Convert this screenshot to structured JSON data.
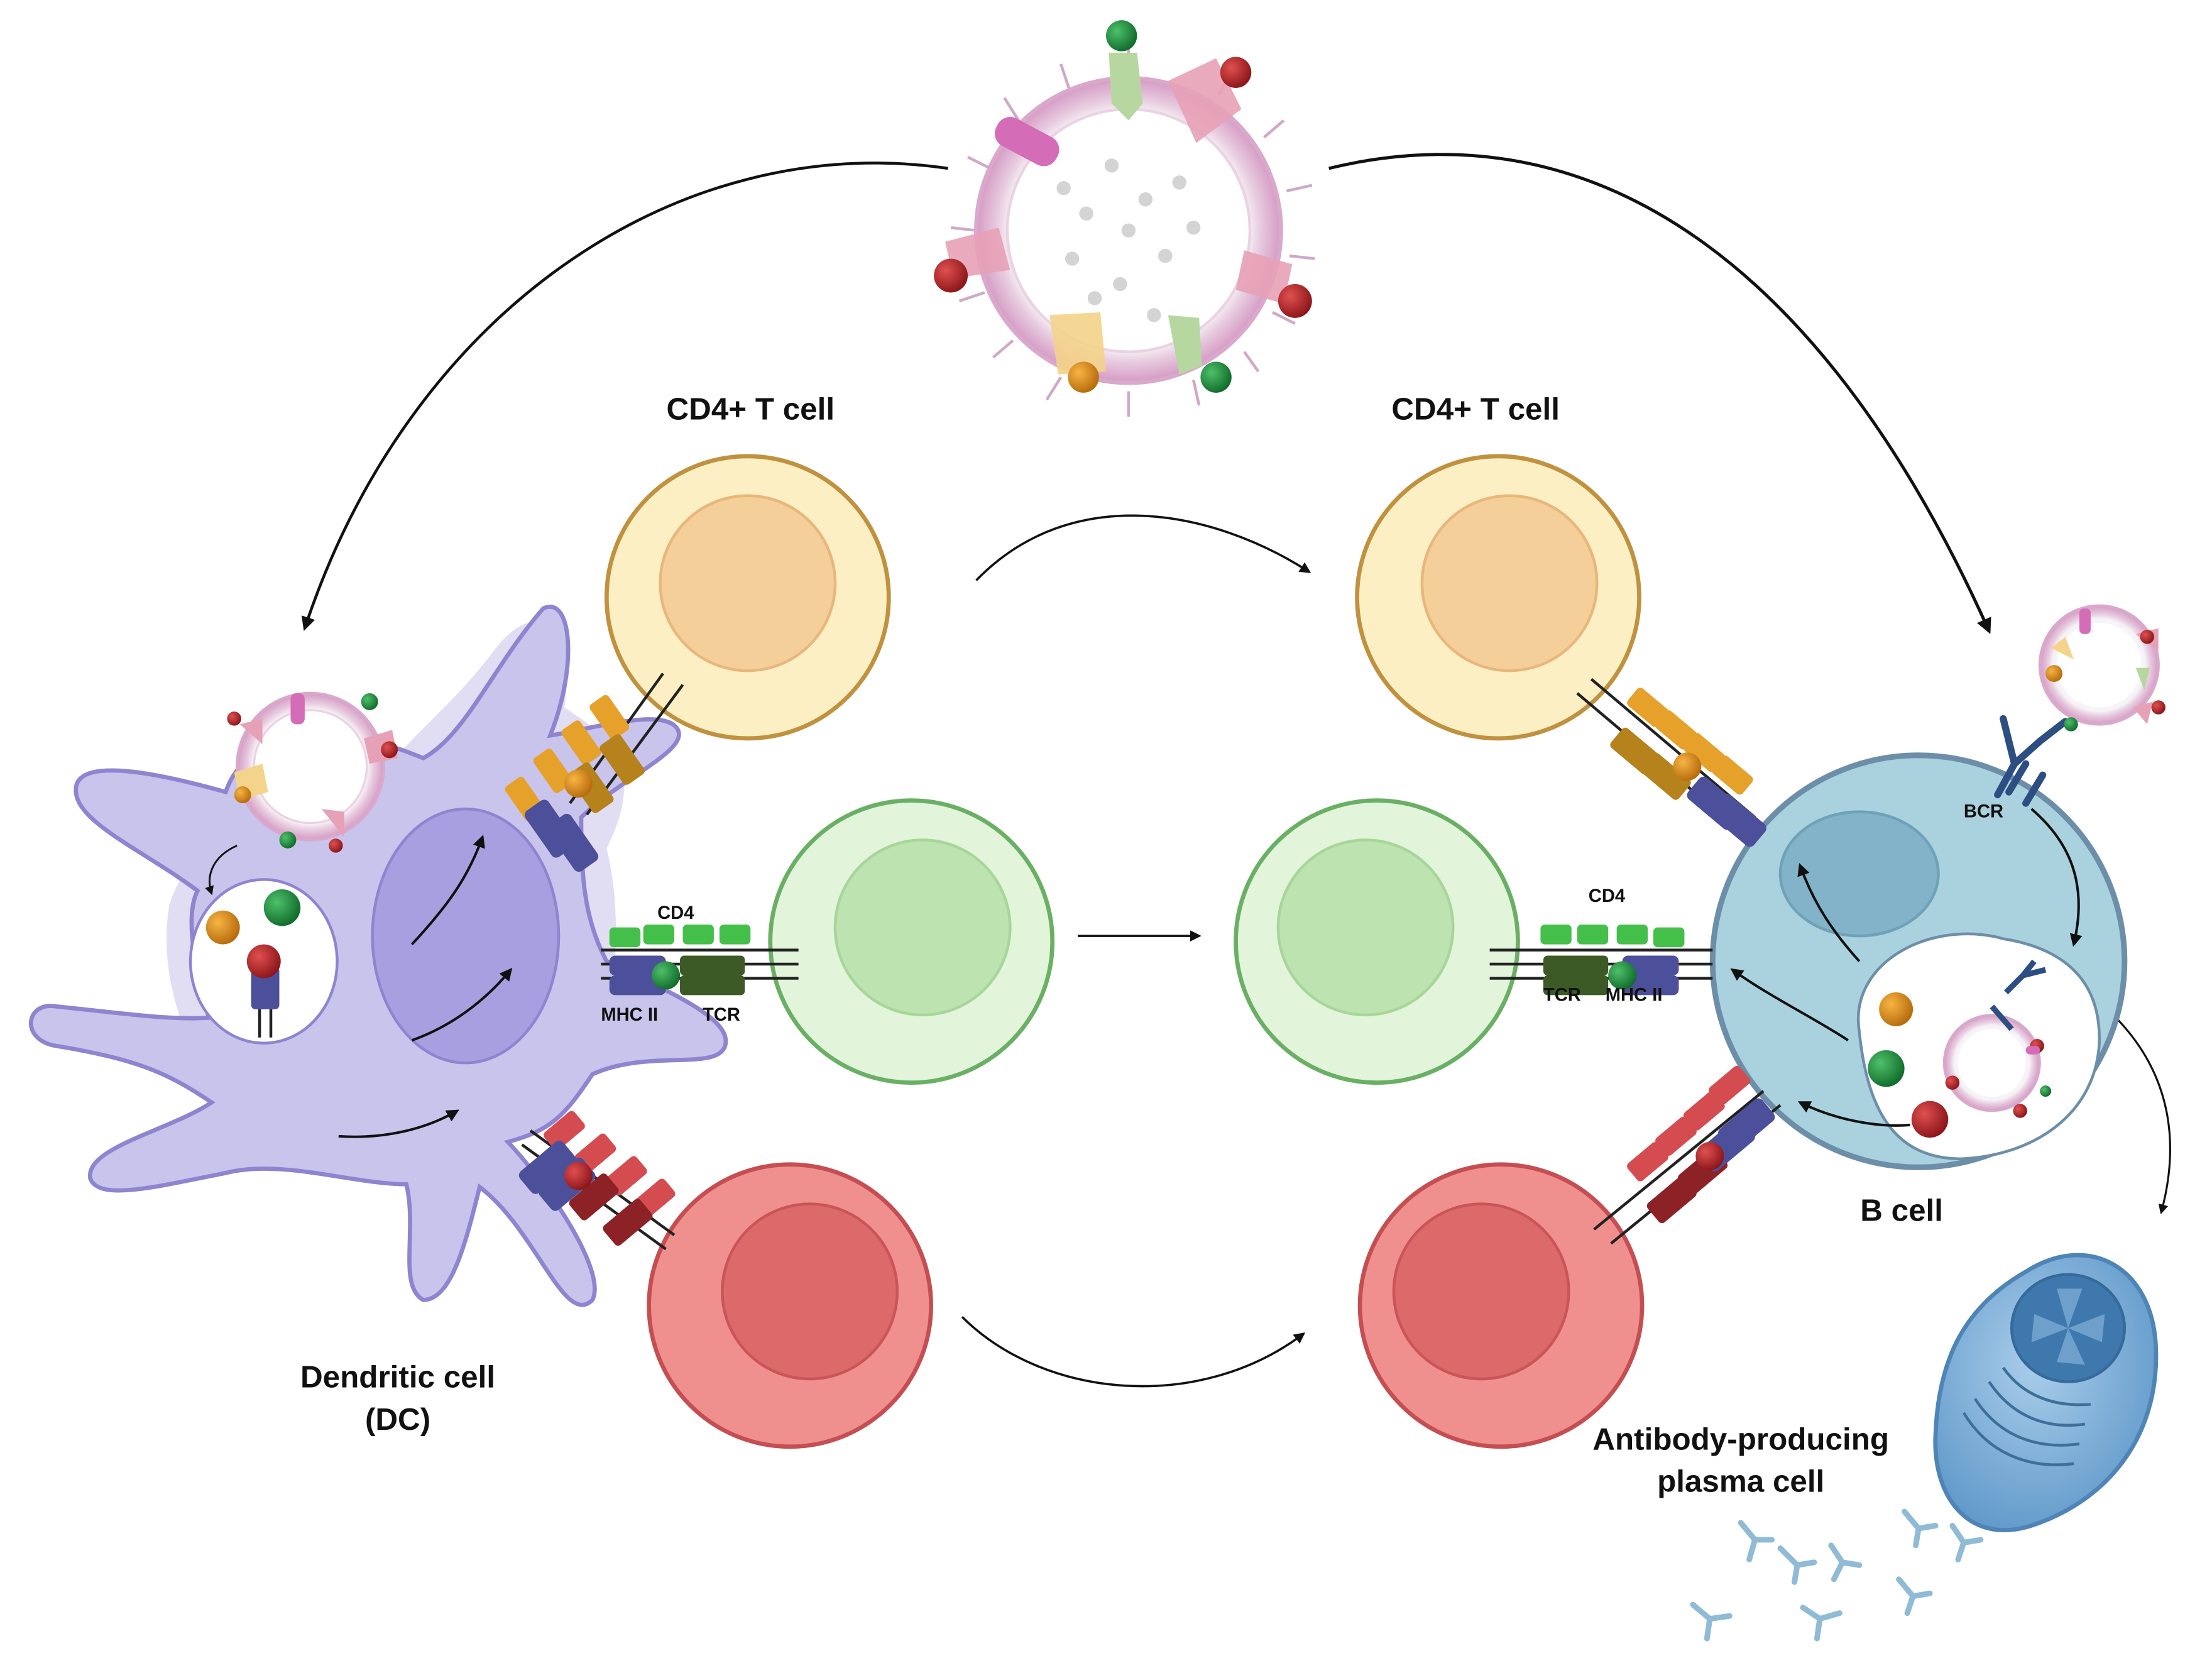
{
  "labels": {
    "t_cell_left": "CD4+ T cell",
    "t_cell_right": "CD4+ T cell",
    "dc_line1": "Dendritic cell",
    "dc_line2": "(DC)",
    "b_cell": "B cell",
    "plasma_line1": "Antibody-producing",
    "plasma_line2": "plasma cell",
    "bcr": "BCR",
    "left_synapse": {
      "cd4": "CD4",
      "mhc": "MHC II",
      "tcr": "TCR"
    },
    "right_synapse": {
      "cd4": "CD4",
      "tcr": "TCR",
      "mhc": "MHC II"
    }
  },
  "colors": {
    "t_cell_yellow": "#fcefc4",
    "t_cell_yellow_nucleus": "#f5cf9a",
    "t_cell_green": "#e2f4da",
    "t_cell_green_nucleus": "#bde3b0",
    "t_cell_red": "#f0908e",
    "t_cell_red_nucleus": "#dc6a6a",
    "dendritic_cell": "#c9c4ec",
    "dendritic_nucleus": "#a79fdf",
    "b_cell": "#a9d2de",
    "plasma_cell": "#7fb3da",
    "mhc": "#4c4f9a",
    "cd4": "#44c04a",
    "antigen_red": "#a21d22",
    "antigen_green": "#1d8d3a",
    "antigen_orange": "#dd8a0f"
  }
}
